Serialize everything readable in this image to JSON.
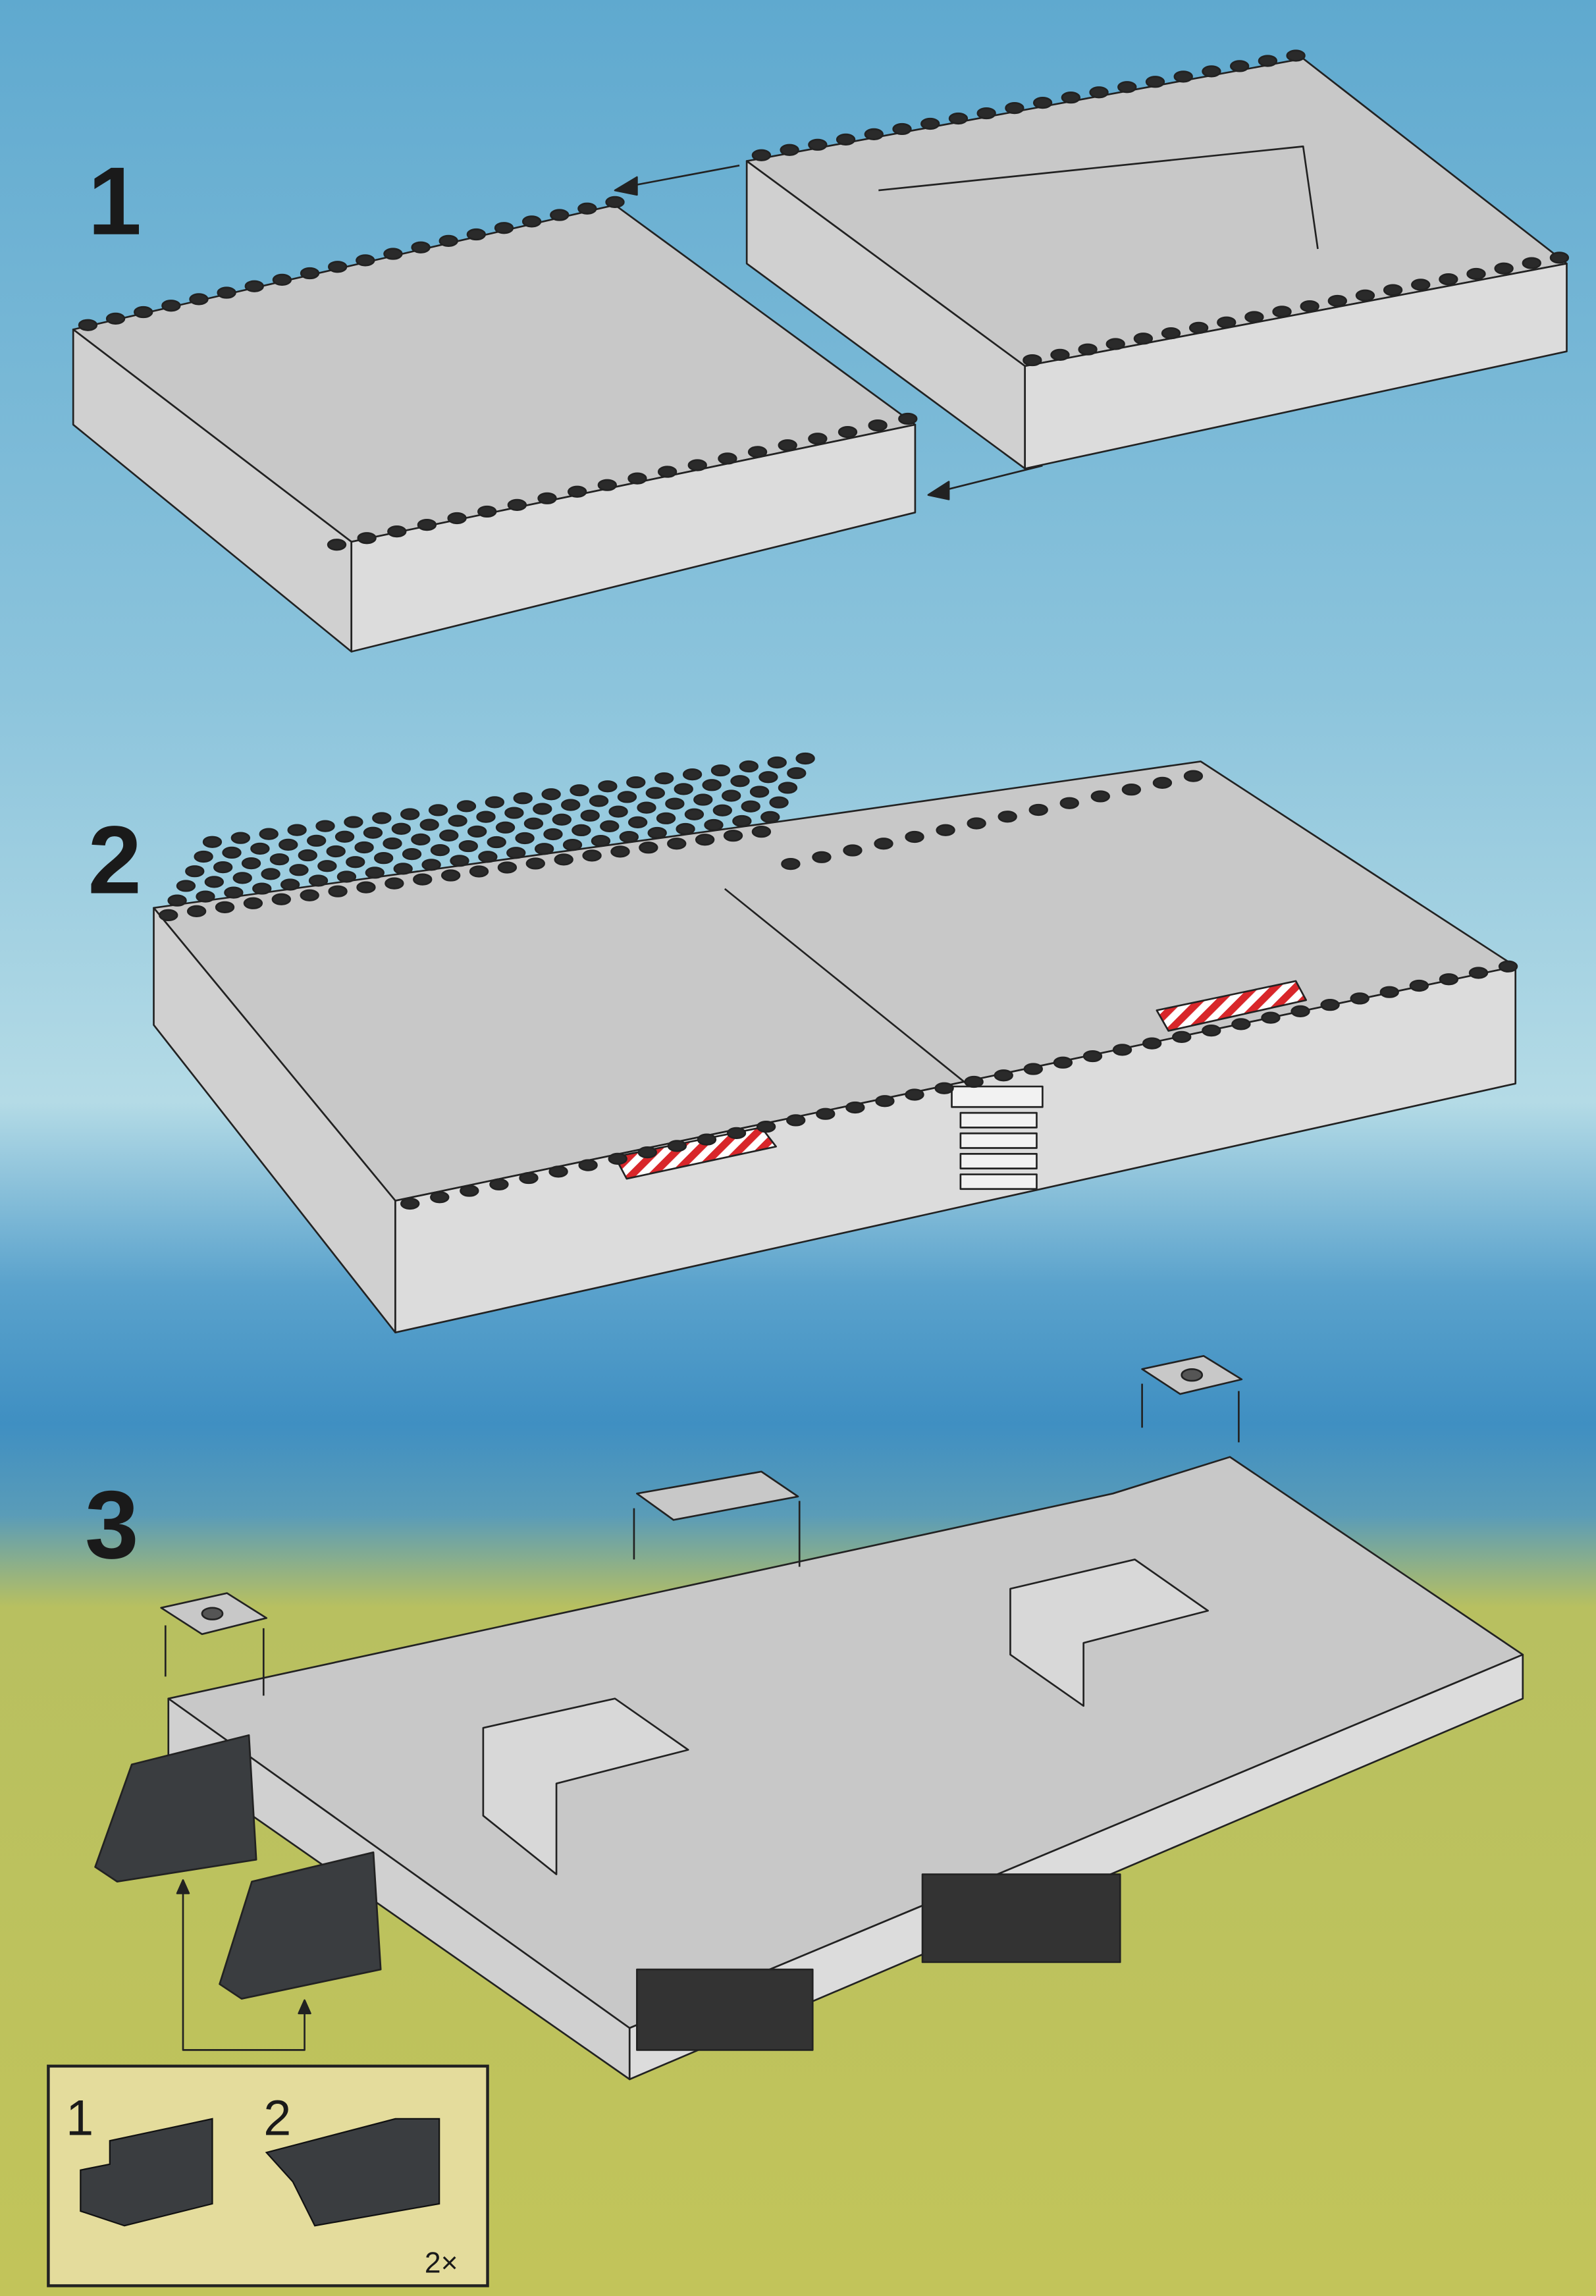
{
  "steps": [
    {
      "number": "1"
    },
    {
      "number": "2"
    },
    {
      "number": "3"
    }
  ],
  "inset": {
    "sub_steps": [
      "1",
      "2"
    ],
    "quantity": "2×"
  },
  "colors": {
    "sky_top": "#5fa9cf",
    "sky_light": "#b4dbe6",
    "sky_band": "#3f8fc2",
    "ground": "#c2c45a",
    "inset_bg": "#e4dc9c",
    "plate_top": "#c8c8c8",
    "plate_side": "#d4d4d4",
    "stud": "#2a2a2a",
    "dark_brick": "#3a3d40",
    "warning_red": "#d8262a"
  }
}
